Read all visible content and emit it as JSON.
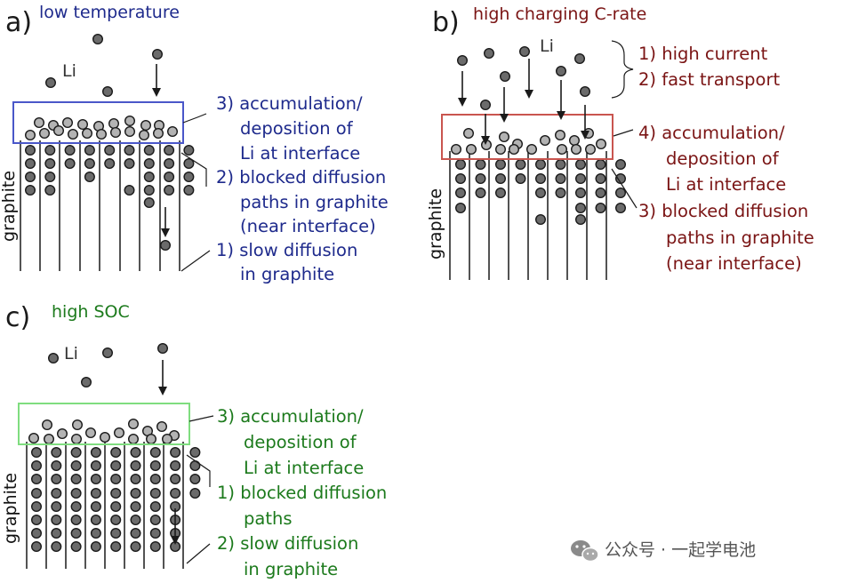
{
  "panel_a": {
    "letter": "a)",
    "title": "low temperature",
    "li": "Li",
    "graphite": "graphite",
    "color": "#1e2a8c",
    "box_color": "#4a57c9",
    "ann": [
      "3) accumulation/",
      "deposition of",
      "Li at interface",
      "2) blocked diffusion",
      "paths in graphite",
      "(near interface)",
      "1) slow diffusion",
      "in graphite"
    ]
  },
  "panel_b": {
    "letter": "b)",
    "title": "high charging C-rate",
    "li": "Li",
    "graphite": "graphite",
    "color": "#7a1414",
    "box_color": "#c9554f",
    "ann": [
      "1) high current",
      "2) fast transport",
      "4) accumulation/",
      "deposition of",
      "Li at interface",
      "3) blocked diffusion",
      "paths in graphite",
      "(near interface)"
    ]
  },
  "panel_c": {
    "letter": "c)",
    "title": "high SOC",
    "li": "Li",
    "graphite": "graphite",
    "color": "#1c7a1c",
    "box_color": "#7fdd7f",
    "ann": [
      "3) accumulation/",
      "deposition of",
      "Li at interface",
      "1) blocked diffusion",
      "paths",
      "2) slow diffusion",
      "in graphite"
    ]
  },
  "watermark": {
    "text": "公众号 · 一起学电池",
    "icon": "wechat-icon"
  },
  "colors": {
    "particle_dark": "#6b6b6b",
    "particle_light": "#b3b3b3",
    "line": "#1a1a1a"
  }
}
